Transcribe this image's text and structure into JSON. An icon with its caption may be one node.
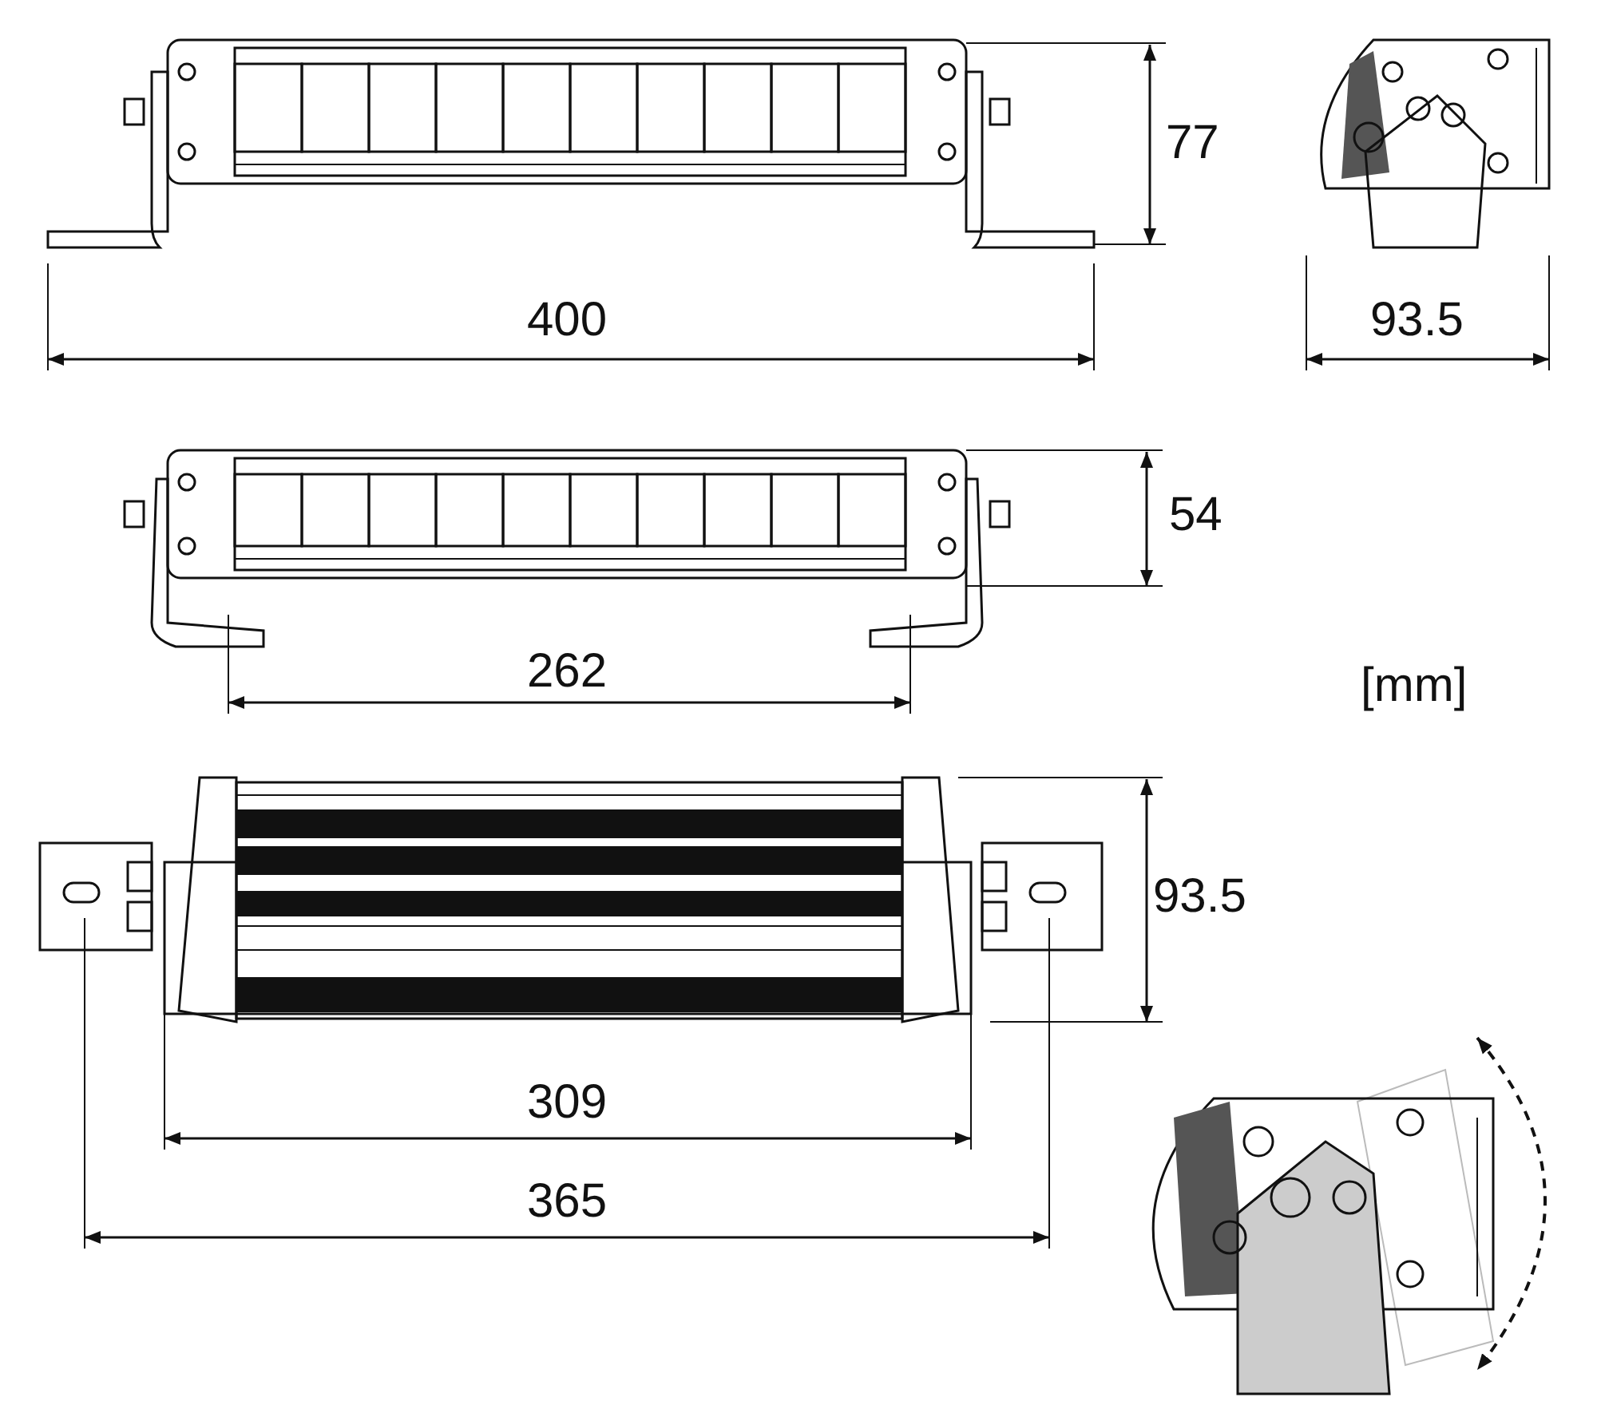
{
  "diagram": {
    "labels": [
      "77",
      "400",
      "93.5",
      "54",
      "262",
      "[mm]",
      "93.5",
      "309",
      "365"
    ]
  }
}
